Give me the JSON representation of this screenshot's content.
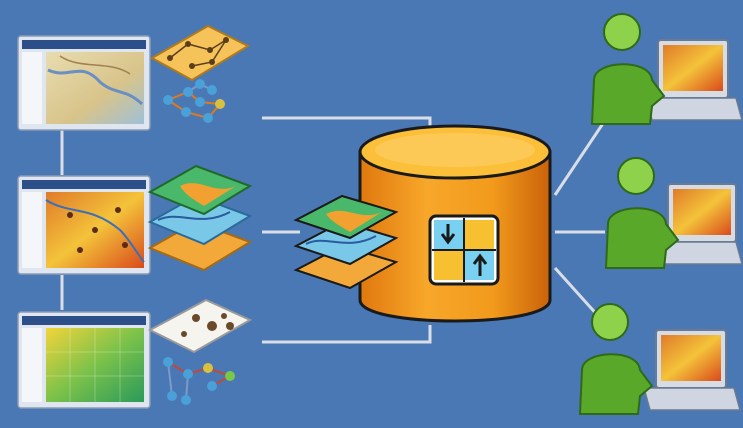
{
  "diagram": {
    "background": "#4a78b4",
    "colors": {
      "connector": "#d8dde6",
      "monitor_frame": "#cfd8e6",
      "titlebar": "#2c4f8a",
      "db_body": "#f29a1c",
      "db_top": "#fbbf3a",
      "db_shadow": "#d9740e",
      "person_green": "#5aa829",
      "person_head": "#8ed14a"
    },
    "left_workstations": [
      {
        "id": "editor-1",
        "map_style": "topographic",
        "side_icon": "vector-layer"
      },
      {
        "id": "editor-2",
        "map_style": "thematic",
        "side_icon": "stacked-layers"
      },
      {
        "id": "editor-3",
        "map_style": "raster-grid",
        "side_icon": "point-network"
      }
    ],
    "central_store": {
      "label": "",
      "symbol": "sync-arrows-icon"
    },
    "right_users": [
      {
        "id": "user-1"
      },
      {
        "id": "user-2"
      },
      {
        "id": "user-3"
      }
    ]
  }
}
